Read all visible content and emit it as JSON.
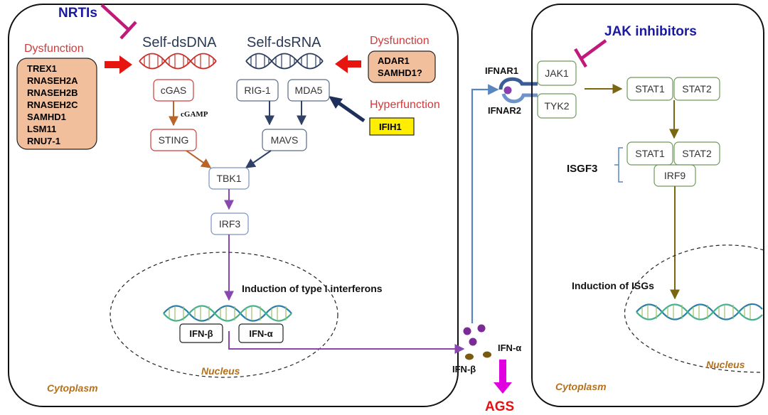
{
  "left_cell": {
    "nrti_label": "NRTIs",
    "self_dsdna": "Self-dsDNA",
    "self_dsrna": "Self-dsRNA",
    "dysfunction_left": "Dysfunction",
    "dysfunction_genes": [
      "TREX1",
      "RNASEH2A",
      "RNASEH2B",
      "RNASEH2C",
      "SAMHD1",
      "LSM11",
      "RNU7-1"
    ],
    "dysfunction_right": "Dysfunction",
    "dysfunction_right_genes": [
      "ADAR1",
      "SAMHD1?"
    ],
    "hyperfunction": "Hyperfunction",
    "ifih1": "IFIH1",
    "cgas": "cGAS",
    "cgamp": "cGAMP",
    "sting": "STING",
    "rig1": "RIG-1",
    "mda5": "MDA5",
    "mavs": "MAVS",
    "tbk1": "TBK1",
    "irf3": "IRF3",
    "induction": "Induction of type I interferons",
    "ifn_beta": "IFN-β",
    "ifn_alpha": "IFN-α",
    "nucleus": "Nucleus",
    "cytoplasm": "Cytoplasm"
  },
  "middle": {
    "ifnar1": "IFNAR1",
    "ifnar2": "IFNAR2",
    "ifn_alpha": "IFN-α",
    "ifn_beta": "IFN-β",
    "ags": "AGS"
  },
  "right_cell": {
    "jak_inhibitors": "JAK inhibitors",
    "jak1": "JAK1",
    "tyk2": "TYK2",
    "stat1": "STAT1",
    "stat2": "STAT2",
    "isgf3": "ISGF3",
    "stat1_b": "STAT1",
    "stat2_b": "STAT2",
    "irf9": "IRF9",
    "induction": "Induction of ISGs",
    "nucleus": "Nucleus",
    "cytoplasm": "Cytoplasm"
  },
  "colors": {
    "red_label": "#d23a3a",
    "navy": "#1a1aa0",
    "magenta": "#c0197a",
    "orange_box": "#f2bf9c",
    "yellow_box": "#ffee00",
    "brown_arrow": "#b8652a",
    "dark_arrow": "#2f4266",
    "purple_arrow": "#8a47b0",
    "blue_line": "#5a86bf",
    "olive_arrow": "#7a6510",
    "green_box": "#6f9a5a",
    "nucleus_text": "#b5701c",
    "ags_magenta": "#e000e0",
    "ags_red": "#e81010"
  }
}
